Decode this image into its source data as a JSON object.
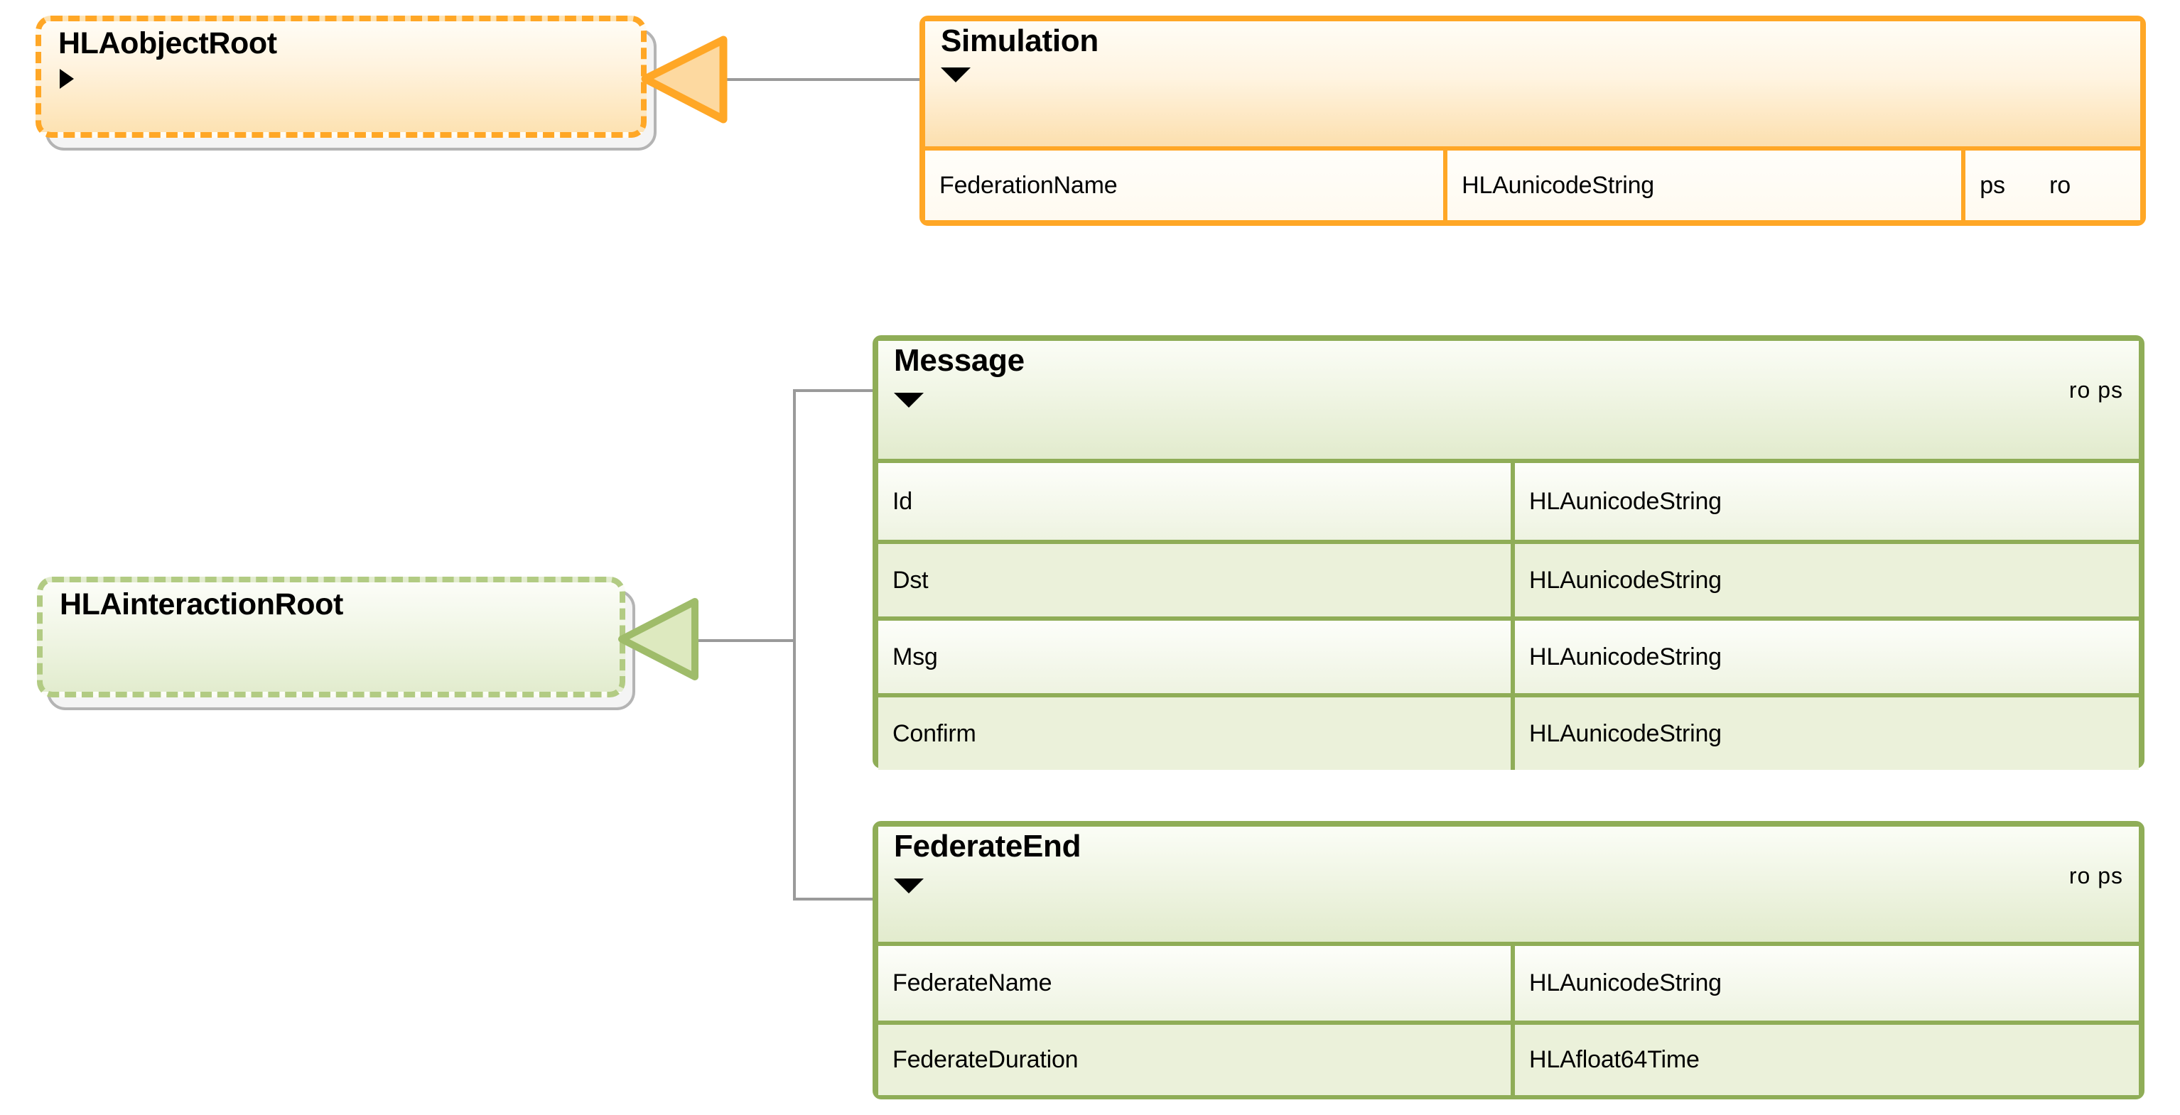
{
  "diagram": {
    "kind": "uml-class-generalization-diagram",
    "nodes": {
      "hla_object_root": {
        "title": "HLAobjectRoot",
        "stereotype_marker": "collapsed-triangle-right",
        "style": "abstract-dashed",
        "accent": "#FFA726"
      },
      "hla_interaction_root": {
        "title": "HLAinteractionRoot",
        "style": "abstract-dashed",
        "accent": "#B2CB83"
      },
      "simulation": {
        "title": "Simulation",
        "expander_marker": "expanded-triangle-down",
        "flags": "",
        "accent": "#FFA726",
        "columns": [
          "attribute",
          "datatype",
          "flag_1",
          "flag_2"
        ],
        "rows": [
          {
            "attribute": "FederationName",
            "datatype": "HLAunicodeString",
            "flag_1": "ps",
            "flag_2": "ro"
          }
        ]
      },
      "message": {
        "title": "Message",
        "expander_marker": "expanded-triangle-down",
        "flags": "ro ps",
        "accent": "#8FAD57",
        "columns": [
          "parameter",
          "datatype"
        ],
        "rows": [
          {
            "parameter": "Id",
            "datatype": "HLAunicodeString"
          },
          {
            "parameter": "Dst",
            "datatype": "HLAunicodeString"
          },
          {
            "parameter": "Msg",
            "datatype": "HLAunicodeString"
          },
          {
            "parameter": "Confirm",
            "datatype": "HLAunicodeString"
          }
        ]
      },
      "federate_end": {
        "title": "FederateEnd",
        "expander_marker": "expanded-triangle-down",
        "flags": "ro ps",
        "accent": "#8FAD57",
        "columns": [
          "parameter",
          "datatype"
        ],
        "rows": [
          {
            "parameter": "FederateName",
            "datatype": "HLAunicodeString"
          },
          {
            "parameter": "FederateDuration",
            "datatype": "HLAfloat64Time"
          }
        ]
      }
    },
    "generalizations": [
      {
        "child": "Simulation",
        "parent": "HLAobjectRoot"
      },
      {
        "child": "Message",
        "parent": "HLAinteractionRoot"
      },
      {
        "child": "FederateEnd",
        "parent": "HLAinteractionRoot"
      }
    ],
    "colors": {
      "orange_border": "#FFA726",
      "green_border": "#8FAD57",
      "green_dashed": "#B2CB83",
      "connector_line": "#9A9A9A",
      "shadow": "#E9E9E9"
    }
  }
}
